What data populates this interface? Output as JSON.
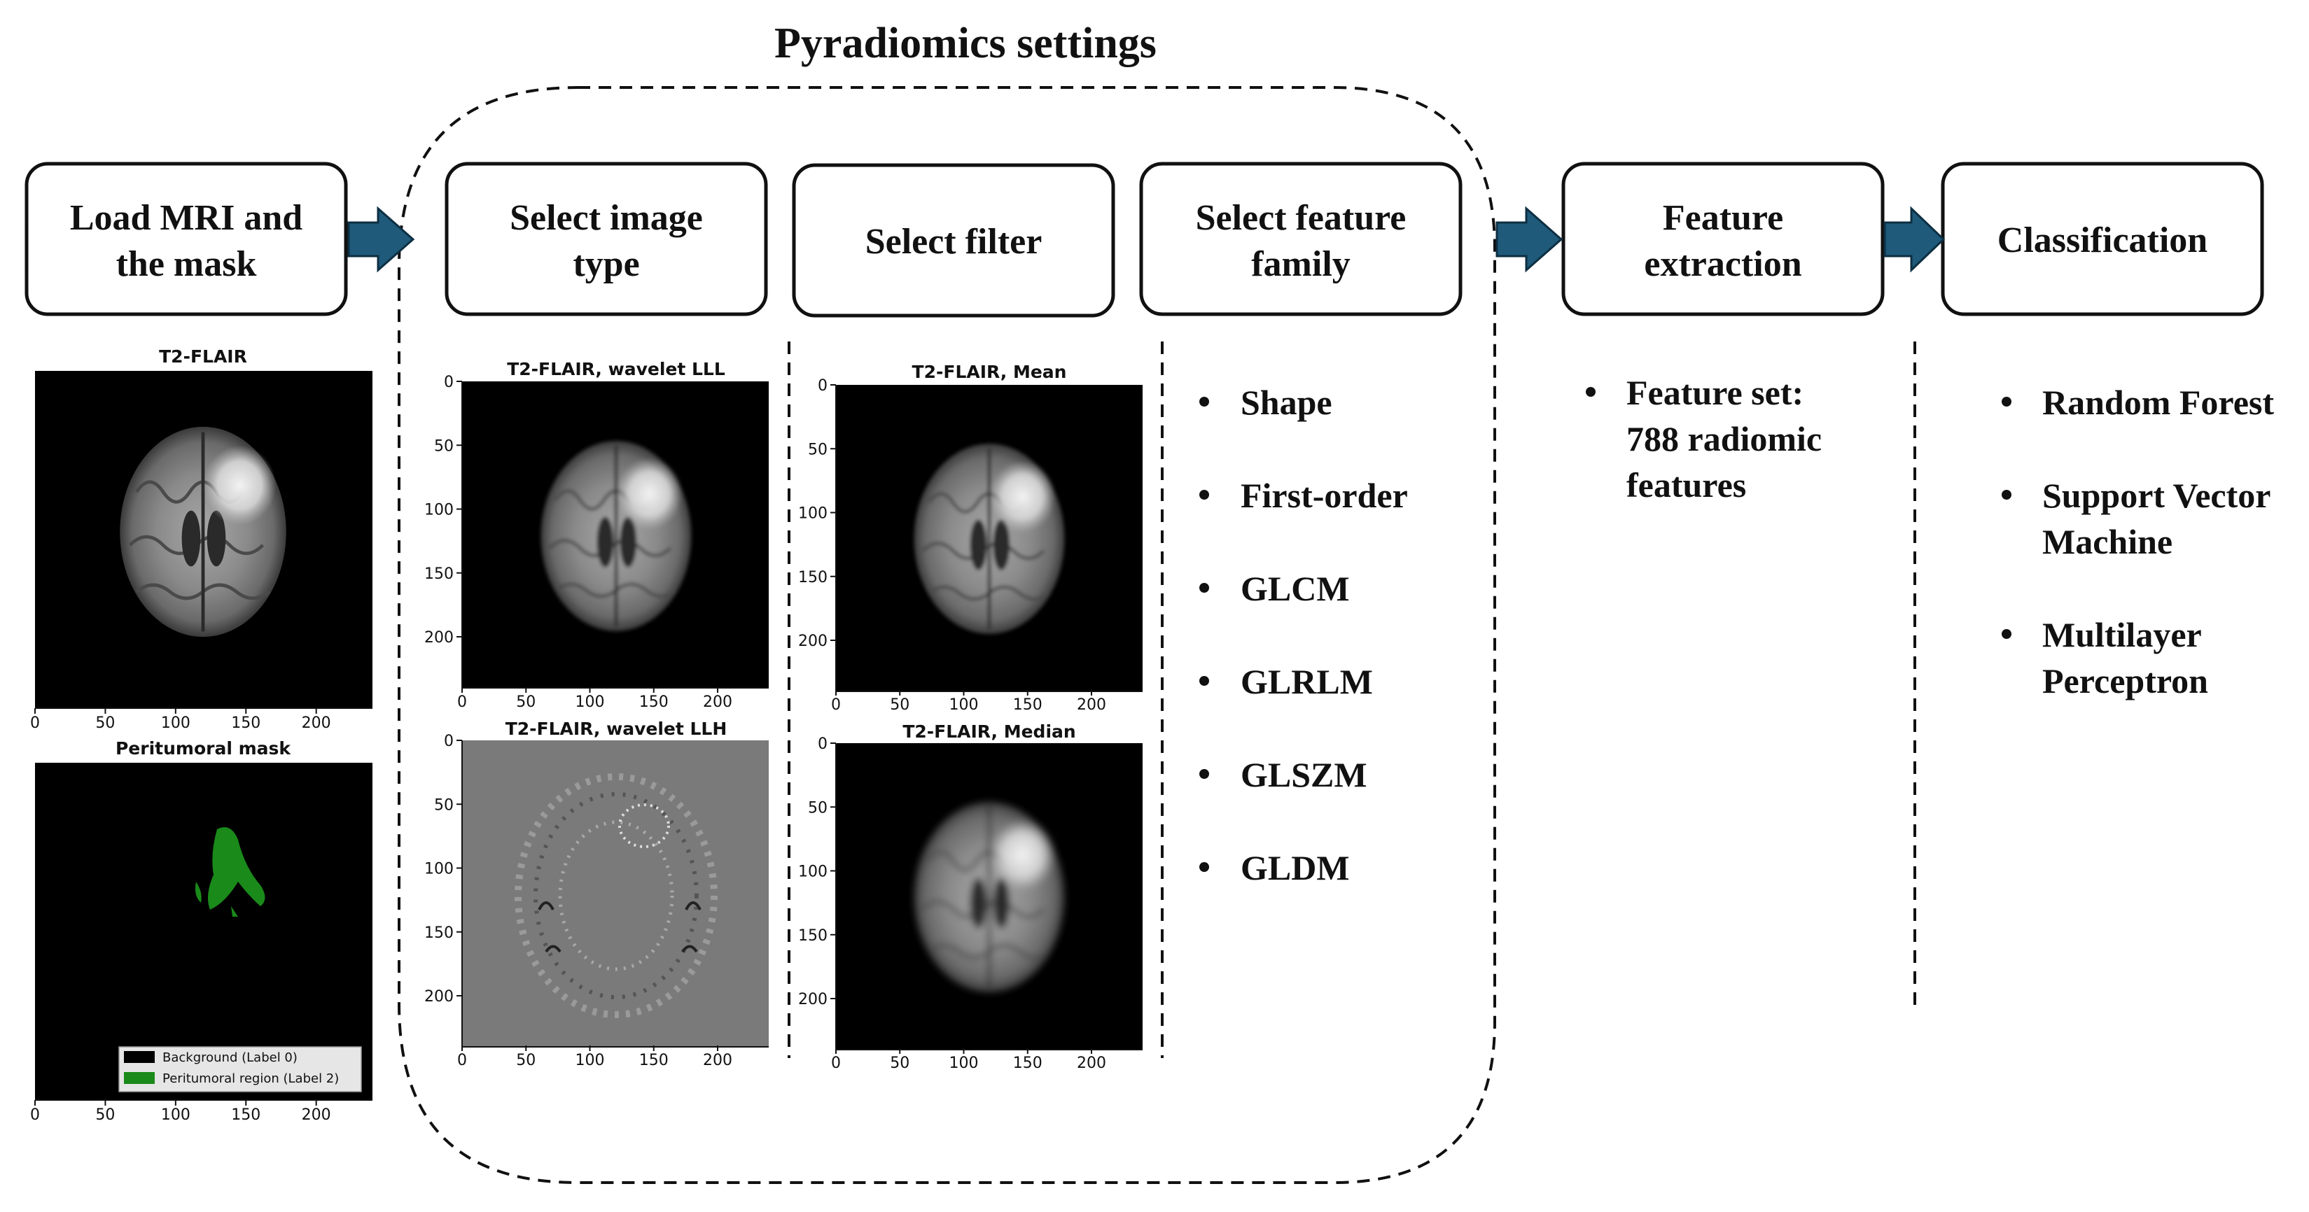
{
  "title": "Pyradiomics settings",
  "colors": {
    "arrow": "#1f5a7a",
    "arrow_outline": "#0d2f42",
    "mask_region": "#1a8a1a",
    "plot_background": "#000000",
    "wavelet_llh_background": "#7a7a7a"
  },
  "stages": [
    {
      "id": "load",
      "lines": [
        "Load MRI and",
        "the mask"
      ]
    },
    {
      "id": "image-type",
      "lines": [
        "Select image",
        "type"
      ]
    },
    {
      "id": "filter",
      "lines": [
        "Select filter"
      ]
    },
    {
      "id": "feature-family",
      "lines": [
        "Select feature",
        "family"
      ]
    },
    {
      "id": "extraction",
      "lines": [
        "Feature",
        "extraction"
      ]
    },
    {
      "id": "classification",
      "lines": [
        "Classification"
      ]
    }
  ],
  "feature_families": [
    "Shape",
    "First-order",
    "GLCM",
    "GLRLM",
    "GLSZM",
    "GLDM"
  ],
  "feature_set": [
    "Feature set:",
    "788 radiomic",
    "features"
  ],
  "classifiers": [
    {
      "lines": [
        "Random Forest"
      ]
    },
    {
      "lines": [
        "Support Vector",
        "Machine"
      ]
    },
    {
      "lines": [
        "Multilayer",
        "Perceptron"
      ]
    }
  ],
  "plots": {
    "flair": {
      "title": "T2-FLAIR",
      "icon": "brain-mri-image"
    },
    "mask": {
      "title": "Peritumoral mask",
      "icon": "mask-image"
    },
    "wavelet_lll": {
      "title": "T2-FLAIR, wavelet LLL",
      "icon": "brain-mri-image"
    },
    "wavelet_llh": {
      "title": "T2-FLAIR, wavelet LLH",
      "icon": "wavelet-detail-image"
    },
    "mean": {
      "title": "T2-FLAIR, Mean",
      "icon": "brain-mri-image"
    },
    "median": {
      "title": "T2-FLAIR, Median",
      "icon": "brain-mri-image"
    }
  },
  "legend": [
    "Background (Label 0)",
    "Peritumoral region (Label 2)"
  ],
  "axis_ticks": {
    "x": [
      "0",
      "50",
      "100",
      "150",
      "200"
    ],
    "y": [
      "0",
      "50",
      "100",
      "150",
      "200"
    ]
  }
}
